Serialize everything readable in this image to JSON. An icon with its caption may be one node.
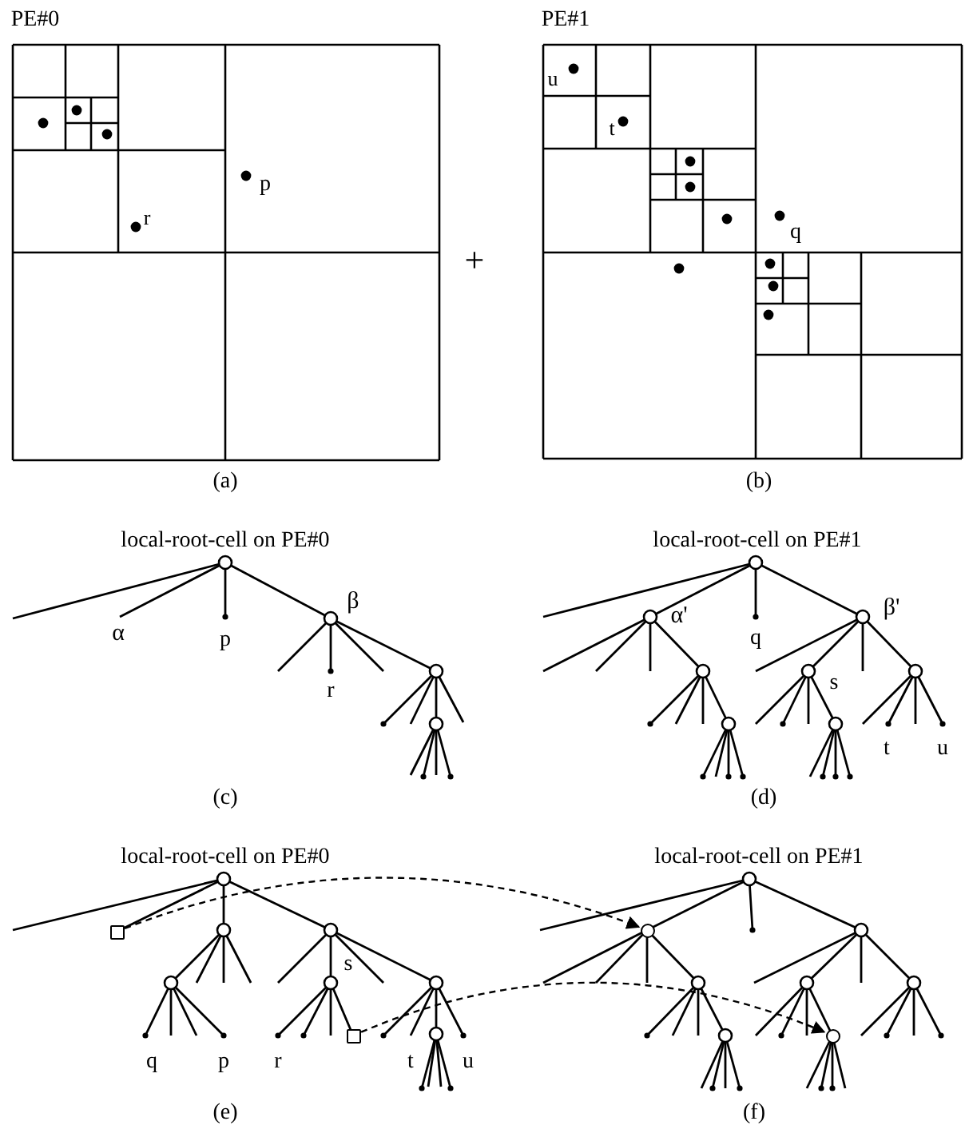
{
  "diagram": {
    "nodes": [
      {
        "text": [],
        "shape": "box"
      },
      {
        "text": [],
        "shape": "box"
      },
      {
        "text": [],
        "shape": "circle"
      },
      {
        "text": [],
        "shape": "circle"
      }
    ],
    "edges": [
      {
        "from": 0,
        "to": 2,
        "arrow": "to",
        "style": "dashed"
      },
      {
        "from": 1,
        "to": 3,
        "arrow": "to",
        "style": "dashed"
      }
    ],
    "labels": [
      "PE#0",
      "p",
      "r",
      "+",
      "(a)",
      "PE#1",
      "u",
      "t",
      "q",
      "(b)",
      "local-root-cell on PE#0",
      "α",
      "p",
      "β",
      "r",
      "(c)",
      "local-root-cell on PE#1",
      "α'",
      "q",
      "β'",
      "s",
      "t",
      "u",
      "(d)",
      "local-root-cell on PE#0",
      "s",
      "q",
      "p",
      "r",
      "t",
      "u",
      "(e)",
      "local-root-cell on PE#1",
      "(f)"
    ]
  }
}
